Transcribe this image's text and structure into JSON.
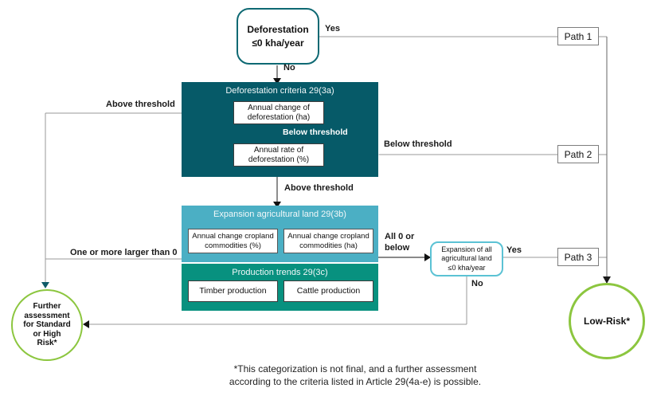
{
  "diagram": {
    "start_node": "Deforestation\n≤0 kha/year",
    "labels": {
      "yes_top": "Yes",
      "no_top": "No",
      "above_threshold_left": "Above  threshold",
      "below_threshold_inner": "Below threshold",
      "below_threshold_right": "Below threshold",
      "above_threshold_mid": "Above threshold",
      "one_or_more": "One or more larger than 0",
      "all_zero_or_below": "All 0 or\nbelow",
      "yes_right": "Yes",
      "no_bottom": "No"
    },
    "block_3a": {
      "title": "Deforestation criteria 29(3a)",
      "box_change": "Annual change of\ndeforestation (ha)",
      "box_rate": "Annual rate of\ndeforestation (%)"
    },
    "block_3b": {
      "title": "Expansion agricultural land 29(3b)",
      "box_pct": "Annual change cropland\ncommodities (%)",
      "box_ha": "Annual change cropland\ncommodities (ha)"
    },
    "block_3c": {
      "title": "Production trends 29(3c)",
      "box_timber": "Timber production",
      "box_cattle": "Cattle production"
    },
    "expansion_node": "Expansion of all\nagricultural land\n≤0 kha/year",
    "paths": [
      "Path 1",
      "Path 2",
      "Path 3"
    ],
    "further_circle": "Further\nassessment\nfor Standard\nor High\nRisk*",
    "low_risk_circle": "Low-Risk*",
    "footnote": "*This categorization is not final, and a further assessment\naccording to the criteria listed in Article 29(4a-e) is possible.",
    "colors": {
      "dark_teal": "#065A68",
      "light_teal": "#4BAFC4",
      "green_teal": "#08917F",
      "expansion_border": "#5BC2D4",
      "circle_green": "#8CC63F",
      "line_gray": "#999999"
    }
  }
}
